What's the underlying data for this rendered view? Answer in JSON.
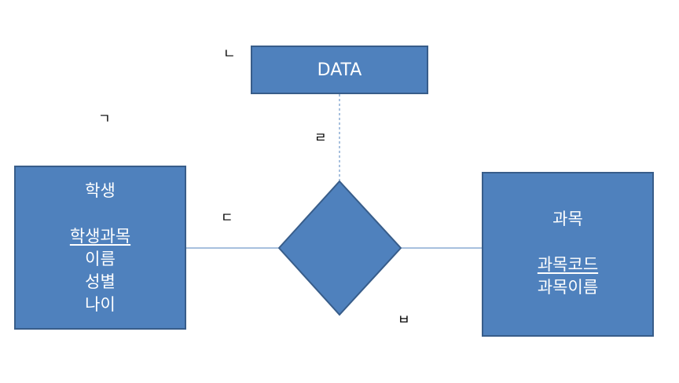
{
  "colors": {
    "entity_fill": "#4f81bd",
    "entity_border": "#385d8a",
    "connector": "#4f81bd",
    "text_on_fill": "#ffffff"
  },
  "data_entity": {
    "label": "DATA"
  },
  "student_entity": {
    "title": "학생",
    "key_attribute": "학생과목",
    "attributes": [
      "이름",
      "성별",
      "나이"
    ]
  },
  "subject_entity": {
    "title": "과목",
    "key_attribute": "과목코드",
    "attributes": [
      "과목이름"
    ]
  },
  "markers": {
    "giyeok": "ㄱ",
    "nieun": "ㄴ",
    "digeut": "ㄷ",
    "rieul": "ㄹ",
    "bieup": "ㅂ"
  }
}
